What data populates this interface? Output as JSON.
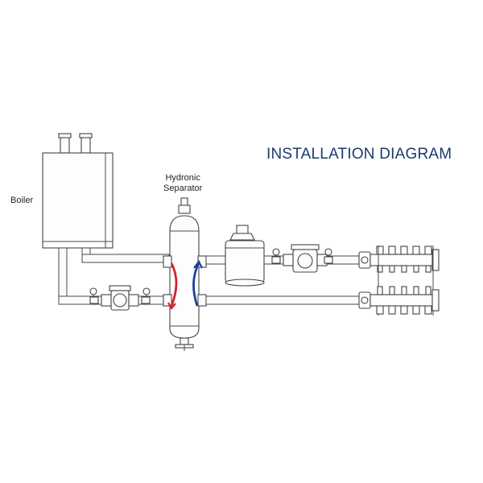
{
  "title": "INSTALLATION DIAGRAM",
  "labels": {
    "boiler": "Boiler",
    "separator_line1": "Hydronic",
    "separator_line2": "Separator"
  },
  "colors": {
    "title": "#1e3a6b",
    "hot_arrow": "#d2232a",
    "cold_arrow": "#1f3f9a",
    "line": "#4a4a4a"
  }
}
